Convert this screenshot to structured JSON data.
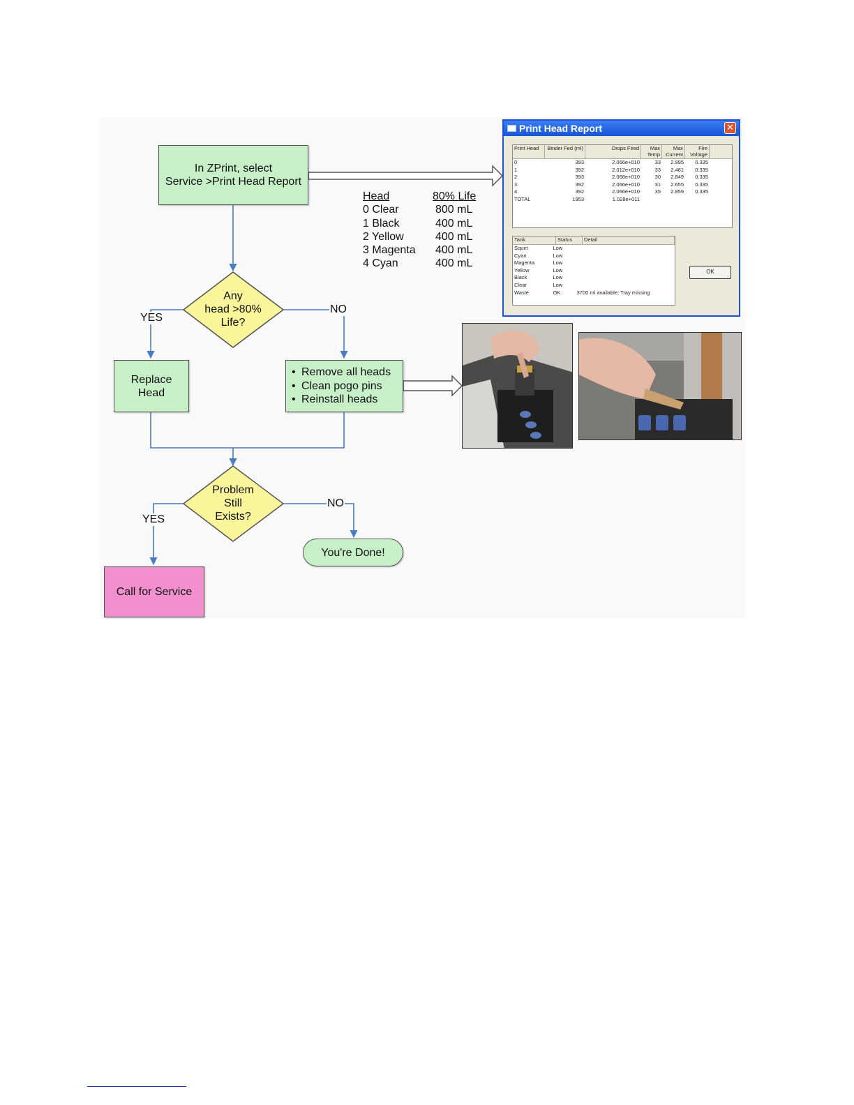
{
  "flowchart": {
    "start_box": {
      "line1": "In ZPrint, select",
      "line2": "Service >Print Head Report"
    },
    "decision1": {
      "line1": "Any",
      "line2": "head >80%",
      "line3": "Life?"
    },
    "decision1_yes": "YES",
    "decision1_no": "NO",
    "replace_box": {
      "line1": "Replace",
      "line2": "Head"
    },
    "actions_box": {
      "items": [
        "Remove all heads",
        "Clean pogo pins",
        "Reinstall heads"
      ]
    },
    "decision2": {
      "line1": "Problem",
      "line2": "Still",
      "line3": "Exists?"
    },
    "decision2_yes": "YES",
    "decision2_no": "NO",
    "done_terminal": "You're Done!",
    "service_box": "Call for Service",
    "colors": {
      "process": "#c8f0c8",
      "decision": "#f8f59a",
      "service": "#f28fce",
      "arrow": "#4a7cc4"
    }
  },
  "life_table": {
    "header": {
      "head": "Head",
      "life": "80% Life"
    },
    "rows": [
      {
        "head": "0  Clear",
        "life": "800 mL"
      },
      {
        "head": "1  Black",
        "life": "400 mL"
      },
      {
        "head": "2  Yellow",
        "life": "400 mL"
      },
      {
        "head": "3  Magenta",
        "life": "400 mL"
      },
      {
        "head": "4  Cyan",
        "life": "400 mL"
      }
    ]
  },
  "dialog": {
    "title": "Print Head Report",
    "close_glyph": "✕",
    "heads_columns": [
      "Print Head",
      "Binder Fed (ml)",
      "Drops Fired",
      "Max Temp",
      "Max Current",
      "Fire Voltage"
    ],
    "heads_rows": [
      [
        "0",
        "393",
        "2.066e+010",
        "33",
        "2.995",
        "0.335"
      ],
      [
        "1",
        "392",
        "2.012e+010",
        "33",
        "2.481",
        "0.335"
      ],
      [
        "2",
        "393",
        "2.068e+010",
        "30",
        "2.849",
        "0.335"
      ],
      [
        "3",
        "392",
        "2.066e+010",
        "31",
        "2.655",
        "0.335"
      ],
      [
        "4",
        "392",
        "2.066e+010",
        "35",
        "2.859",
        "0.335"
      ],
      [
        "TOTAL",
        "1953",
        "1.028e+011",
        "",
        "",
        ""
      ]
    ],
    "tank_columns": [
      "Tank",
      "Status",
      "Detail"
    ],
    "tank_rows": [
      [
        "Squirt",
        "Low",
        ""
      ],
      [
        "Cyan",
        "Low",
        ""
      ],
      [
        "Magenta",
        "Low",
        ""
      ],
      [
        "Yellow",
        "Low",
        ""
      ],
      [
        "Black",
        "Low",
        ""
      ],
      [
        "Clear",
        "Low",
        ""
      ],
      [
        "Waste",
        "OK",
        "3700 ml available; Tray missing"
      ]
    ],
    "ok_label": "OK"
  }
}
